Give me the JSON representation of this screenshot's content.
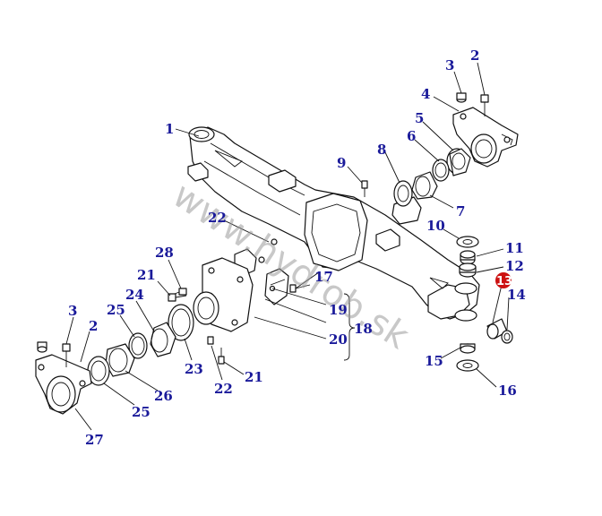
{
  "watermark": "www.hydrob.sk",
  "highlight": {
    "label": "13",
    "color": "#cc1111"
  },
  "labels": {
    "l1": "1",
    "l2a": "2",
    "l2b": "2",
    "l3a": "3",
    "l3b": "3",
    "l4": "4",
    "l5": "5",
    "l6": "6",
    "l7": "7",
    "l8": "8",
    "l9": "9",
    "l10": "10",
    "l11": "11",
    "l12": "12",
    "l14": "14",
    "l15": "15",
    "l16": "16",
    "l17": "17",
    "l18": "18",
    "l19": "19",
    "l20": "20",
    "l21a": "21",
    "l21b": "21",
    "l22a": "22",
    "l22b": "22",
    "l23": "23",
    "l24": "24",
    "l25a": "25",
    "l25b": "25",
    "l26": "26",
    "l27": "27",
    "l28": "28"
  },
  "colors": {
    "label": "#1a1a9a",
    "line": "#111111",
    "highlight": "#cc1111"
  }
}
